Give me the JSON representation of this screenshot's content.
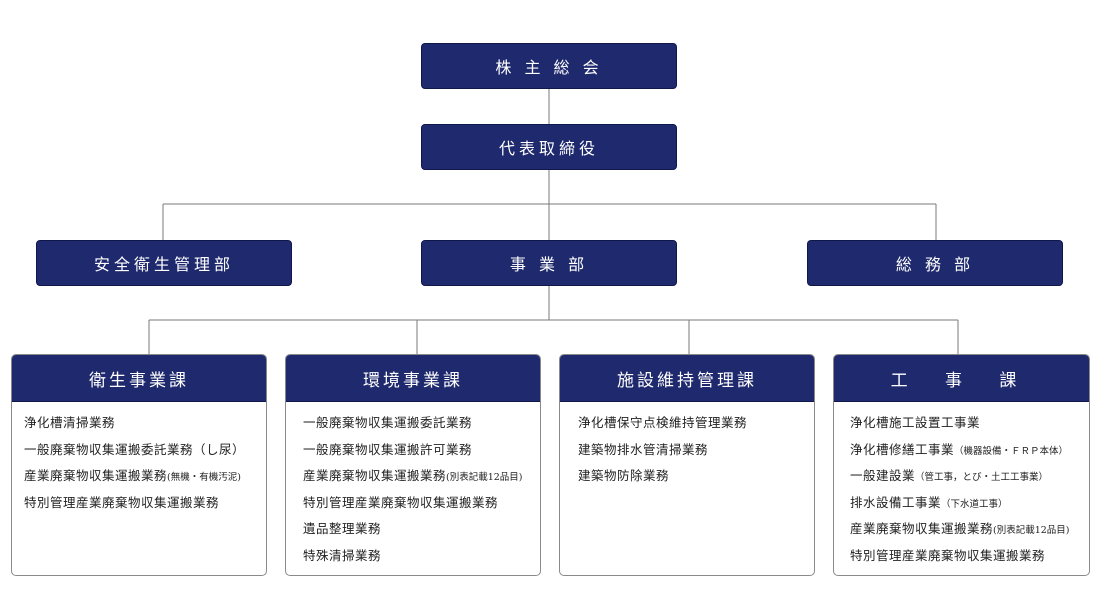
{
  "top": {
    "label": "株 主 総 会"
  },
  "ceo": {
    "label": "代表取締役"
  },
  "divisions": [
    {
      "label": "安全衛生管理部"
    },
    {
      "label": "事 業 部"
    },
    {
      "label": "総 務 部"
    }
  ],
  "sections": [
    {
      "title": "衛生事業課",
      "items": [
        {
          "text": "浄化槽清掃業務",
          "note": ""
        },
        {
          "text": "一般廃棄物収集運搬委託業務（し尿）",
          "note": ""
        },
        {
          "text": "産業廃棄物収集運搬業務",
          "note": "(無機・有機汚泥)"
        },
        {
          "text": "特別管理産業廃棄物収集運搬業務",
          "note": ""
        }
      ]
    },
    {
      "title": "環境事業課",
      "items": [
        {
          "text": "一般廃棄物収集運搬委託業務",
          "note": ""
        },
        {
          "text": "一般廃棄物収集運搬許可業務",
          "note": ""
        },
        {
          "text": "産業廃棄物収集運搬業務",
          "note": "(別表記載12品目)"
        },
        {
          "text": "特別管理産業廃棄物収集運搬業務",
          "note": ""
        },
        {
          "text": "遺品整理業務",
          "note": ""
        },
        {
          "text": "特殊清掃業務",
          "note": ""
        }
      ]
    },
    {
      "title": "施設維持管理課",
      "items": [
        {
          "text": "浄化槽保守点検維持管理業務",
          "note": ""
        },
        {
          "text": "建築物排水管清掃業務",
          "note": ""
        },
        {
          "text": "建築物防除業務",
          "note": ""
        }
      ]
    },
    {
      "title": "工 事 課",
      "items": [
        {
          "text": "浄化槽施工設置工事業",
          "note": ""
        },
        {
          "text": "浄化槽修繕工事業",
          "note": "（機器設備・ＦＲＰ本体）"
        },
        {
          "text": "一般建設業",
          "note": "（管工事，とび・土工工事業）"
        },
        {
          "text": "排水設備工事業",
          "note": "（下水道工事）"
        },
        {
          "text": "産業廃棄物収集運搬業務",
          "note": "(別表記載12品目)"
        },
        {
          "text": "特別管理産業廃棄物収集運搬業務",
          "note": ""
        }
      ]
    }
  ],
  "colors": {
    "node_fill": "#1f2a6e",
    "line": "#7a7a7a",
    "box_border": "#8a8a8a"
  }
}
